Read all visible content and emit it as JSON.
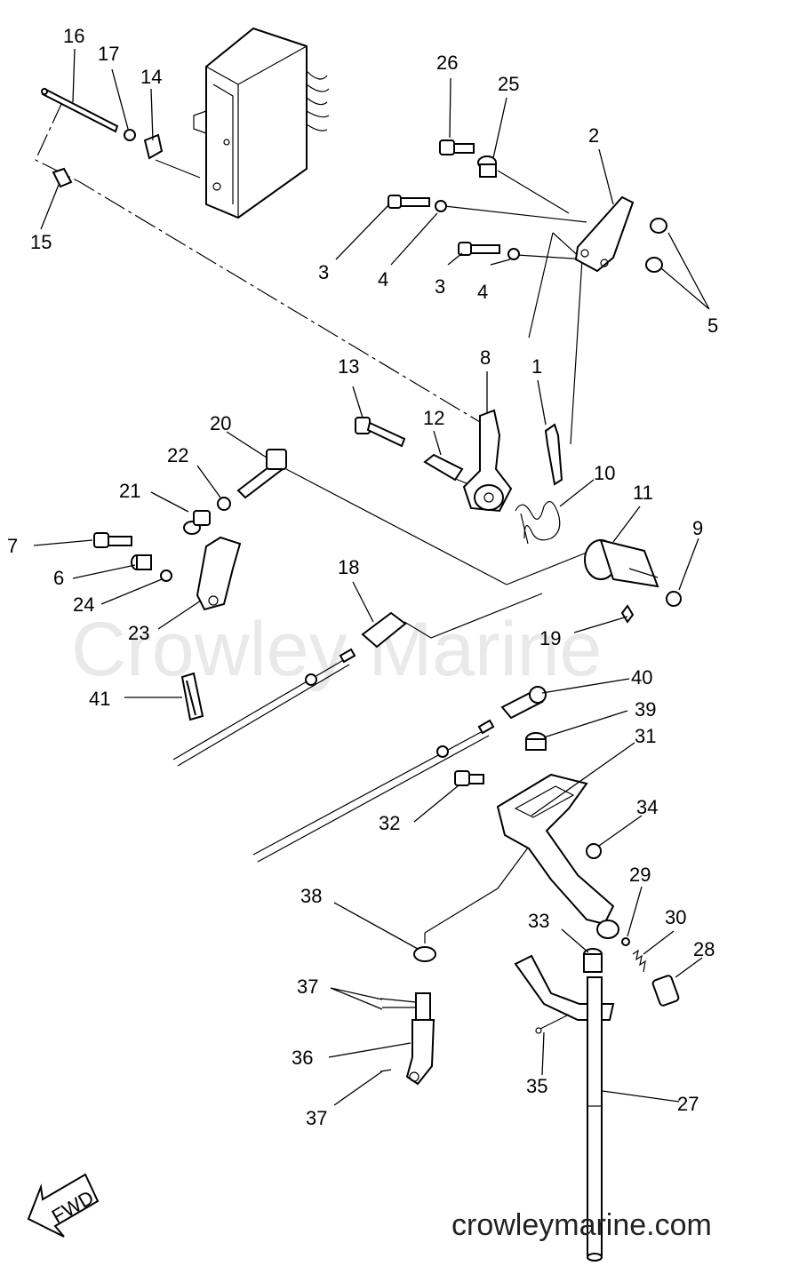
{
  "watermark": "Crowley Marine",
  "website": "crowleymarine.com",
  "fwd_label": "FWD",
  "labels": {
    "p1": "1",
    "p2": "2",
    "p3a": "3",
    "p3b": "3",
    "p4a": "4",
    "p4b": "4",
    "p5": "5",
    "p6": "6",
    "p7": "7",
    "p8": "8",
    "p9": "9",
    "p10": "10",
    "p11": "11",
    "p12": "12",
    "p13": "13",
    "p14": "14",
    "p15": "15",
    "p16": "16",
    "p17": "17",
    "p18": "18",
    "p19": "19",
    "p20": "20",
    "p21": "21",
    "p22": "22",
    "p23": "23",
    "p24": "24",
    "p25": "25",
    "p26": "26",
    "p27": "27",
    "p28": "28",
    "p29": "29",
    "p30": "30",
    "p31": "31",
    "p32": "32",
    "p33": "33",
    "p34": "34",
    "p35": "35",
    "p36": "36",
    "p37a": "37",
    "p37b": "37",
    "p38": "38",
    "p39": "39",
    "p40": "40",
    "p41": "41"
  }
}
